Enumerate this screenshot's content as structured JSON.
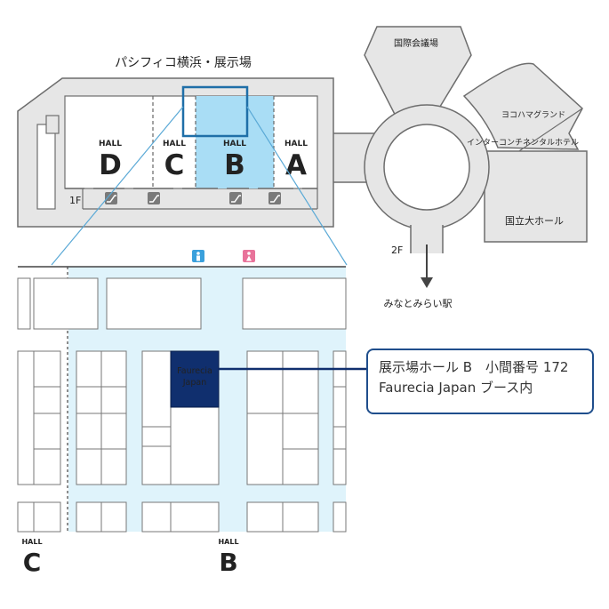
{
  "map": {
    "venue_title": "パシフィコ横浜・展示場",
    "buildings": {
      "conference_center": "国際会議場",
      "hotel_line1": "ヨコハマグランド",
      "hotel_line2": "インターコンチネンタルホテル",
      "national_hall": "国立大ホール",
      "station": "みなとみらい駅"
    },
    "floors": {
      "first": "1F",
      "second": "2F"
    },
    "hall_word": "HALL",
    "halls": [
      "D",
      "C",
      "B",
      "A"
    ],
    "detail_halls": [
      "C",
      "B"
    ],
    "booth": {
      "line1": "Faurecia",
      "line2": "Japan"
    },
    "callout": {
      "line1": "展示場ホール B　小間番号 172",
      "line2": "Faurecia Japan ブース内"
    },
    "colors": {
      "hall_highlight": "#a9ddf5",
      "detail_area": "#dff3fb",
      "booth_fill": "#102f6e",
      "callout_border": "#1f4e8c",
      "zoom_lines": "#5aa9d6",
      "building_fill": "#e6e6e6",
      "text_blue": "#1f5f96",
      "male_restroom": "#3aa0dc",
      "female_restroom": "#e8739a"
    },
    "icons": [
      "escalator-icon",
      "male-restroom-icon",
      "female-restroom-icon",
      "arrow-down-icon"
    ]
  }
}
